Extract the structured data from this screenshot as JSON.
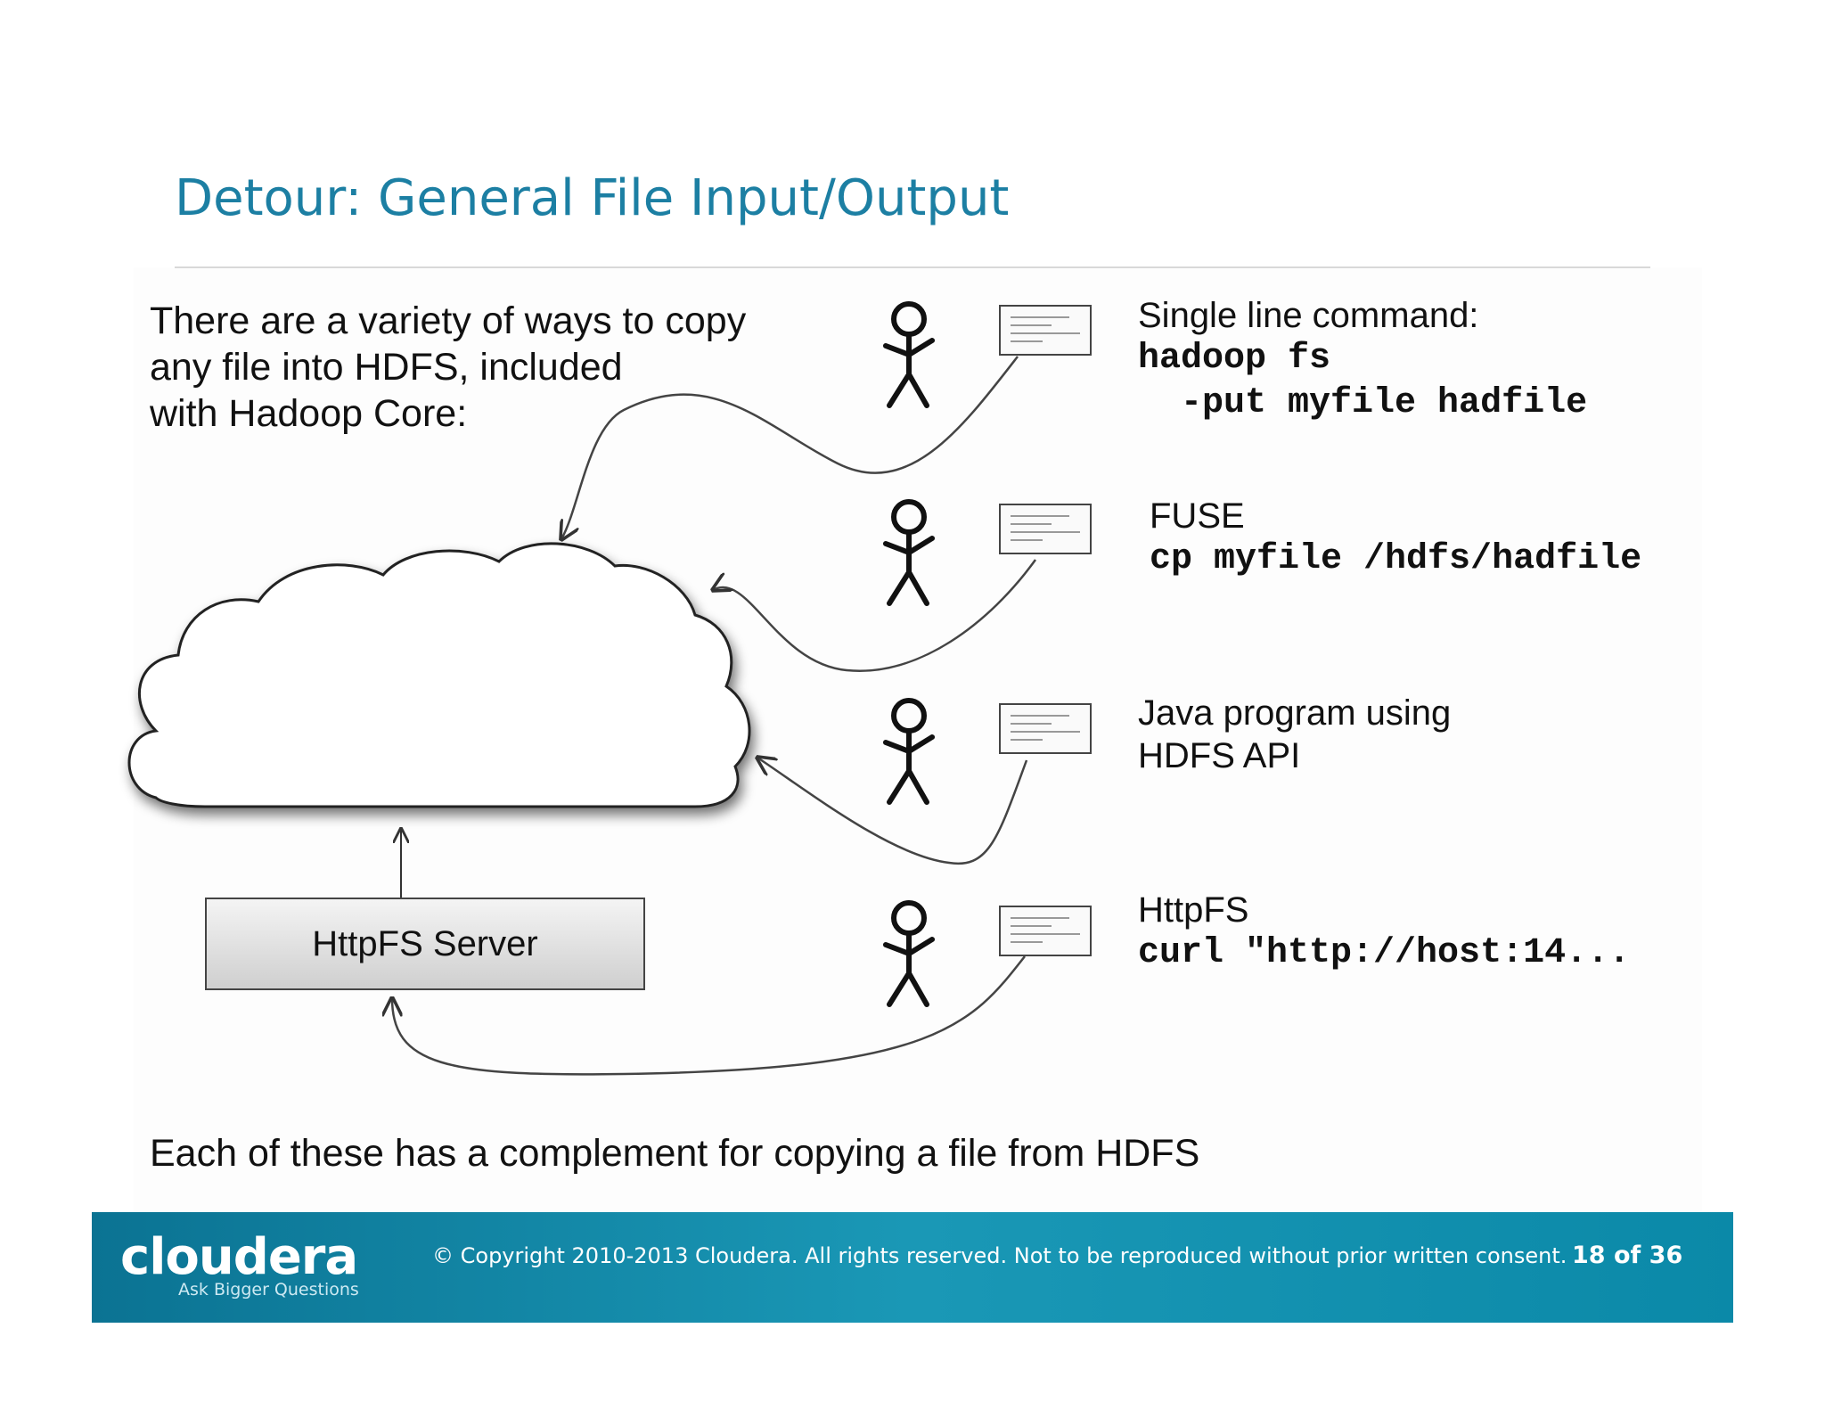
{
  "slide": {
    "title": "Detour: General File Input/Output",
    "intro_lines": [
      "There are a variety of ways to copy",
      "any file into HDFS, included",
      "with Hadoop Core:"
    ],
    "methods": [
      {
        "heading": "Single line command:",
        "code": [
          "hadoop fs",
          "  -put myfile hadfile"
        ]
      },
      {
        "heading": "FUSE",
        "code": [
          "cp myfile /hdfs/hadfile"
        ]
      },
      {
        "heading_lines": [
          "Java program using",
          "HDFS API"
        ]
      },
      {
        "heading": "HttpFS",
        "code": [
          "curl \"http://host:14..."
        ]
      }
    ],
    "server_label": "HttpFS Server",
    "bottom_note": "Each of these has a complement for copying a file from HDFS"
  },
  "footer": {
    "logo": "cloudera",
    "logo_tagline": "Ask Bigger Questions",
    "copyright": "© Copyright 2010-2013 Cloudera. All rights reserved. Not to be reproduced without prior written consent.",
    "page": "18 of 36"
  },
  "colors": {
    "title": "#1c7fa3",
    "footer_bar": "#0f8aa9"
  }
}
